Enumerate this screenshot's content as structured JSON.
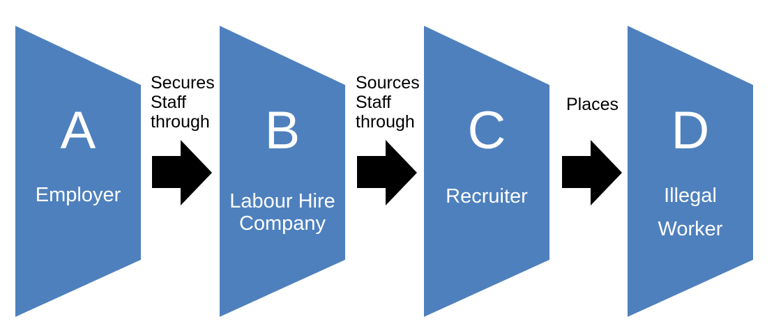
{
  "diagram": {
    "colors": {
      "background": "#ffffff",
      "shape_fill": "#4e80bd",
      "shape_text": "#ffffff",
      "arrow_fill": "#000000",
      "label_text": "#000000"
    },
    "stages": [
      {
        "letter": "A",
        "name_lines": [
          "Employer"
        ]
      },
      {
        "letter": "B",
        "name_lines": [
          "Labour Hire",
          "Company"
        ]
      },
      {
        "letter": "C",
        "name_lines": [
          "Recruiter"
        ]
      },
      {
        "letter": "D",
        "name_lines": [
          "Illegal",
          "Worker"
        ]
      }
    ],
    "connectors": [
      {
        "label_lines": [
          "Secures",
          "Staff",
          "through"
        ]
      },
      {
        "label_lines": [
          "Sources",
          "Staff",
          "through"
        ]
      },
      {
        "label_lines": [
          "Places"
        ]
      }
    ]
  }
}
